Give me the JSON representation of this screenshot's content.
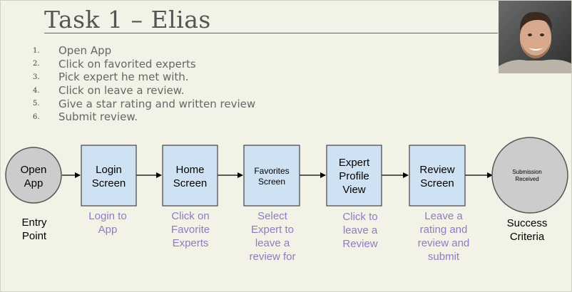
{
  "title": "Task 1 – Elias",
  "steps": [
    {
      "num": "1.",
      "text": "Open App"
    },
    {
      "num": "2.",
      "text": "Click on favorited experts"
    },
    {
      "num": "3.",
      "text": "Pick expert he met with."
    },
    {
      "num": "4.",
      "text": "Click on leave a review."
    },
    {
      "num": "5.",
      "text": "Give a star rating and written review"
    },
    {
      "num": "6.",
      "text": "Submit review."
    }
  ],
  "flow": {
    "start": {
      "lines": [
        "Open",
        "App"
      ]
    },
    "nodes": [
      {
        "lines": [
          "Login",
          "Screen"
        ]
      },
      {
        "lines": [
          "Home",
          "Screen"
        ]
      },
      {
        "lines": [
          "Favorites",
          "Screen"
        ]
      },
      {
        "lines": [
          "Expert",
          "Profile",
          "View"
        ]
      },
      {
        "lines": [
          "Review",
          "Screen"
        ]
      }
    ],
    "end": {
      "lines": [
        "Submission",
        "Received"
      ]
    }
  },
  "captions": {
    "entry": "Entry Point",
    "login": "Login to App",
    "home": "Click on Favorite Experts",
    "favorites": "Select Expert to leave a review for",
    "expert": "Click to leave a Review",
    "review": "Leave a rating and review and submit",
    "success": "Success Criteria"
  },
  "colors": {
    "box_fill": "#cfe2f3",
    "circle_fill": "#cccccc",
    "caption_purple": "#8e7cc3"
  },
  "photo": {
    "icon": "person-photo"
  }
}
